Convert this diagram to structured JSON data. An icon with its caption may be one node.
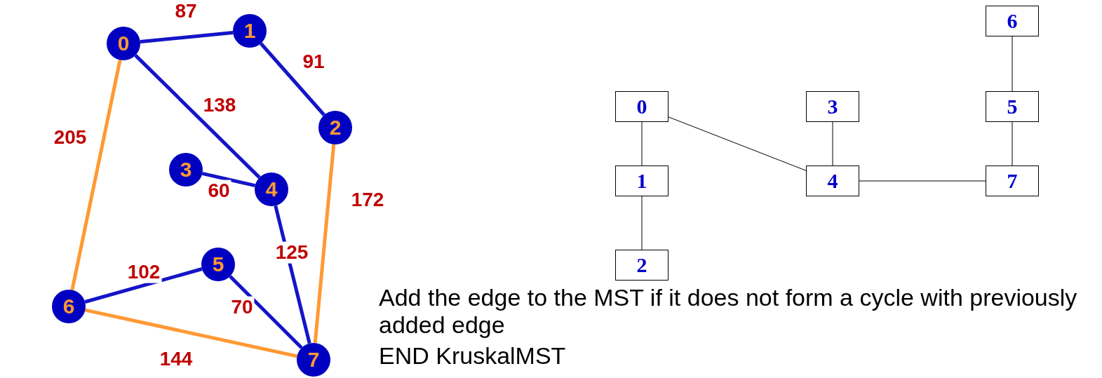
{
  "diagram": {
    "nodes": [
      {
        "text": [
          "0"
        ]
      },
      {
        "text": [
          "1"
        ]
      },
      {
        "text": [
          "2"
        ]
      },
      {
        "text": [
          "3"
        ]
      },
      {
        "text": [
          "4"
        ]
      },
      {
        "text": [
          "5"
        ]
      },
      {
        "text": [
          "6"
        ]
      },
      {
        "text": [
          "7"
        ]
      },
      {
        "text": [
          "0"
        ]
      },
      {
        "text": [
          "1"
        ]
      },
      {
        "text": [
          "2"
        ]
      },
      {
        "text": [
          "3"
        ]
      },
      {
        "text": [
          "4"
        ]
      },
      {
        "text": [
          "5"
        ]
      },
      {
        "text": [
          "6"
        ]
      },
      {
        "text": [
          "7"
        ]
      }
    ],
    "edges": [
      {
        "from": 0,
        "to": 1,
        "arrow": "none",
        "label": "87",
        "color": "#1414c8"
      },
      {
        "from": 1,
        "to": 2,
        "arrow": "none",
        "label": "91",
        "color": "#1414c8"
      },
      {
        "from": 0,
        "to": 4,
        "arrow": "none",
        "label": "138",
        "color": "#1414c8"
      },
      {
        "from": 0,
        "to": 6,
        "arrow": "none",
        "label": "205",
        "color": "#ff9933"
      },
      {
        "from": 3,
        "to": 4,
        "arrow": "none",
        "label": "60",
        "color": "#1414c8"
      },
      {
        "from": 2,
        "to": 7,
        "arrow": "none",
        "label": "172",
        "color": "#ff9933"
      },
      {
        "from": 4,
        "to": 7,
        "arrow": "none",
        "label": "125",
        "color": "#1414c8"
      },
      {
        "from": 6,
        "to": 5,
        "arrow": "none",
        "label": "102",
        "color": "#1414c8"
      },
      {
        "from": 5,
        "to": 7,
        "arrow": "none",
        "label": "70",
        "color": "#1414c8"
      },
      {
        "from": 6,
        "to": 7,
        "arrow": "none",
        "label": "144",
        "color": "#ff9933"
      },
      {
        "from": 8,
        "to": 9,
        "arrow": "none",
        "color": "#000000"
      },
      {
        "from": 9,
        "to": 10,
        "arrow": "none",
        "color": "#000000"
      },
      {
        "from": 8,
        "to": 12,
        "arrow": "none",
        "color": "#000000"
      },
      {
        "from": 11,
        "to": 12,
        "arrow": "none",
        "color": "#000000"
      },
      {
        "from": 12,
        "to": 15,
        "arrow": "none",
        "color": "#000000"
      },
      {
        "from": 13,
        "to": 15,
        "arrow": "none",
        "color": "#000000"
      },
      {
        "from": 14,
        "to": 13,
        "arrow": "none",
        "color": "#000000"
      }
    ],
    "labels": [
      "Add the edge to the MST if it does not form a cycle with previously added edge",
      "END KruskalMST"
    ]
  }
}
